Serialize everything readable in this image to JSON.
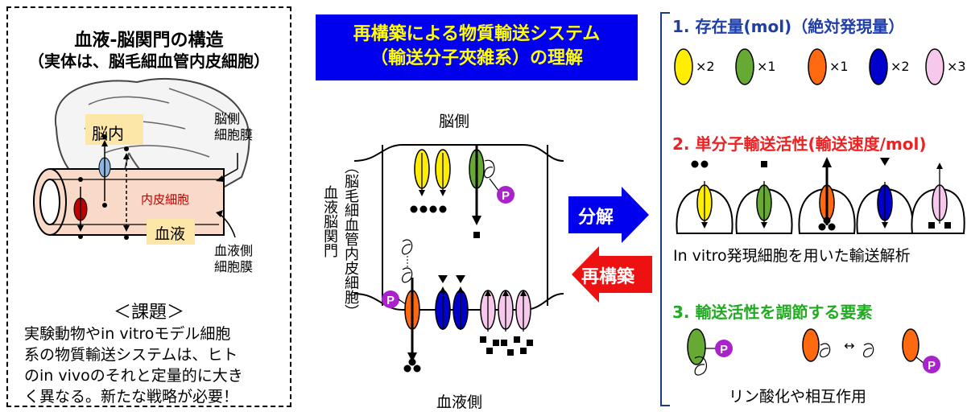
{
  "left_panel": {
    "title": "血液-脳関門の構造",
    "subtitle": "（実体は、脳毛細血管内皮細胞）",
    "labels": {
      "brain_interior": "脳内",
      "endothelial": "内皮細胞",
      "blood": "血液",
      "brain_side_membrane_1": "脳側",
      "brain_side_membrane_2": "細胞膜",
      "blood_side_membrane_1": "血液側",
      "blood_side_membrane_2": "細胞膜"
    },
    "issue_heading": "＜課題＞",
    "issue_lines": [
      "実験動物やin vitroモデル細胞",
      "系の物質輸送システムは、ヒト",
      "のin vivoのそれと定量的に大き",
      "く異なる。新たな戦略が必要！"
    ]
  },
  "center": {
    "title_line1": "再構築による物質輸送システム",
    "title_line2": "（輸送分子夾雑系）の理解",
    "brain_side": "脳側",
    "blood_side": "血液側",
    "vertical_label": "血液脳関門",
    "vertical_sublabel": "（脳毛細血管内皮細胞）",
    "phospho_symbol": "P",
    "decompose_label": "分解",
    "reconstruct_label": "再構築"
  },
  "right": {
    "section1_title": "1. 存在量(mol)（絶対発現量）",
    "counts": [
      "×2",
      "×1",
      "×1",
      "×2",
      "×3"
    ],
    "section2_title": "2. 単分子輸送活性(輸送速度/mol)",
    "section2_caption": "In vitro発現細胞を用いた輸送解析",
    "section3_title": "3. 輸送活性を調節する要素",
    "section3_caption": "リン酸化や相互作用",
    "phospho_symbol": "P"
  },
  "colors": {
    "yellow": "#ffee00",
    "green": "#66aa33",
    "orange": "#ff6a10",
    "blue": "#0000cc",
    "pink": "#f6c8ec",
    "purple_phospho": "#aa22cc",
    "title_bg": "#0000ee",
    "title_text": "#ffff00",
    "red_arrow": "#ee1111",
    "blue_arrow": "#0000ee"
  }
}
